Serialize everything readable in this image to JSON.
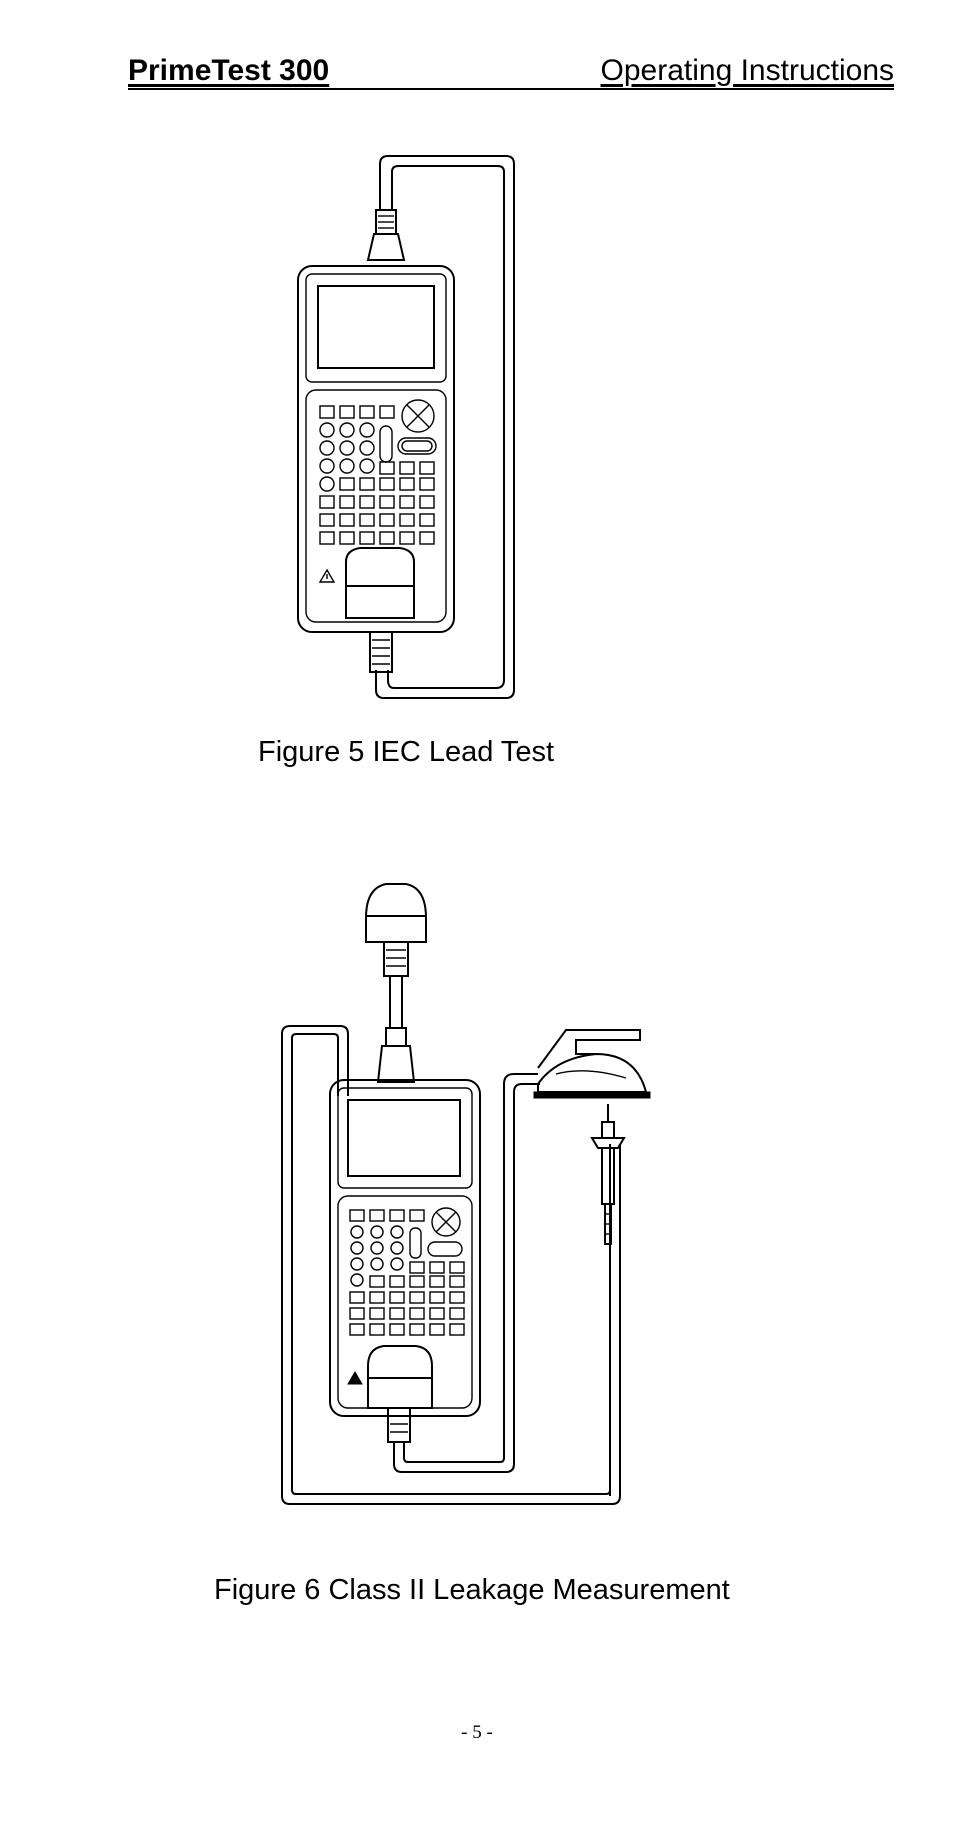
{
  "header": {
    "title": "PrimeTest 300",
    "section": "Operating Instructions"
  },
  "figures": [
    {
      "caption": "Figure 5 IEC Lead Test",
      "illustration": "tester-iec-lead-loop"
    },
    {
      "caption": "Figure 6 Class II Leakage Measurement",
      "illustration": "tester-class2-iron-probe"
    }
  ],
  "footer": {
    "page_number": "- 5 -"
  }
}
